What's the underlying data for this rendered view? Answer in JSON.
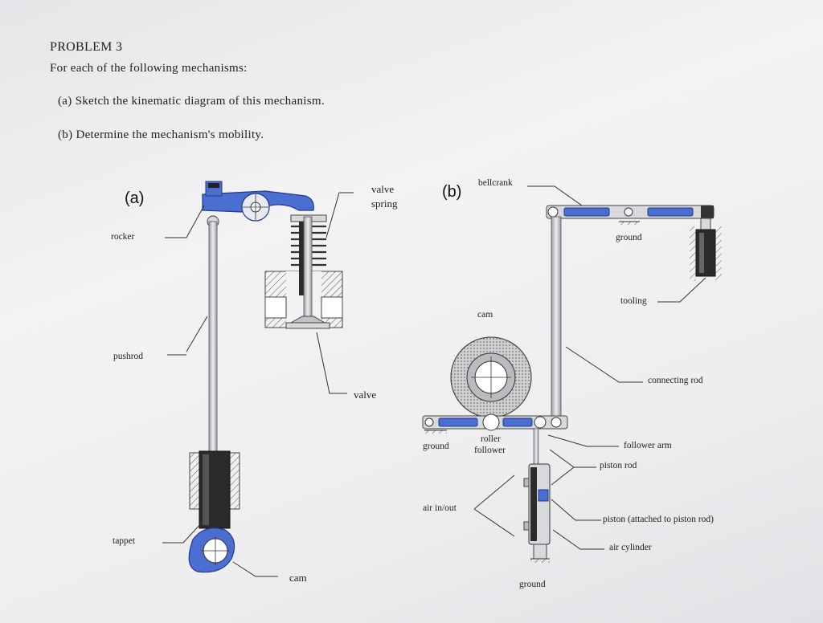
{
  "problem": {
    "title": "PROBLEM 3",
    "intro": "For each of the following mechanisms:",
    "part_a": "(a) Sketch the kinematic diagram of this mechanism.",
    "part_b": "(b) Determine the mechanism's mobility."
  },
  "figure_a": {
    "panel_label": "(a)",
    "labels": {
      "valve_spring_1": "valve",
      "valve_spring_2": "spring",
      "rocker": "rocker",
      "pushrod": "pushrod",
      "valve": "valve",
      "tappet": "tappet",
      "cam": "cam"
    }
  },
  "figure_b": {
    "panel_label": "(b)",
    "labels": {
      "bellcrank": "bellcrank",
      "ground_top": "ground",
      "tooling": "tooling",
      "cam": "cam",
      "connecting_rod": "connecting rod",
      "ground_left": "ground",
      "roller_1": "roller",
      "roller_2": "follower",
      "follower_arm": "follower arm",
      "piston_rod": "piston rod",
      "air_in_out": "air in/out",
      "piston": "piston (attached to piston rod)",
      "air_cylinder": "air cylinder",
      "ground_bottom": "ground"
    }
  },
  "colors": {
    "link_blue": "#4a6fd0",
    "metal_light": "#d7d9dc",
    "metal_dark": "#2b2b2b",
    "leader": "#333333"
  }
}
